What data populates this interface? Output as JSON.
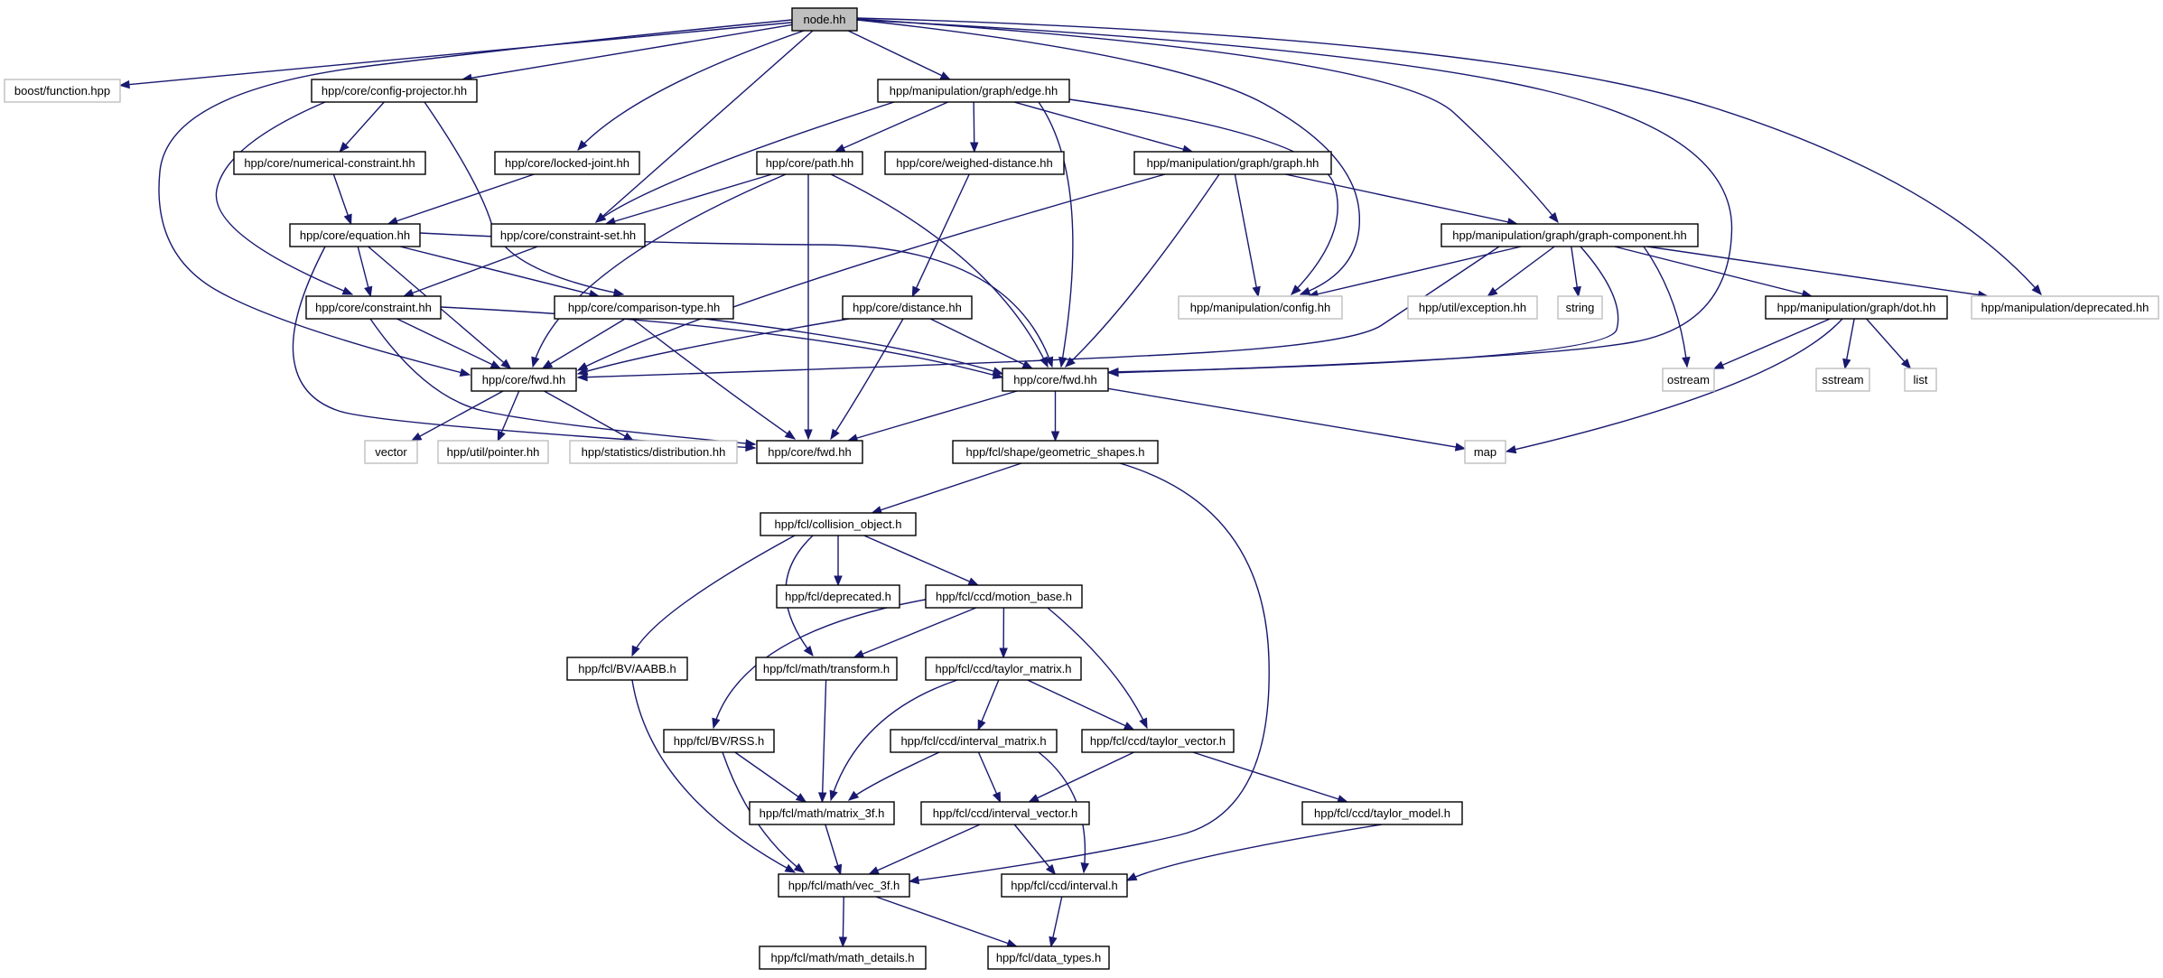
{
  "graph": {
    "title": "",
    "edge_color": "#191970",
    "root_fill": "#bfbfbf",
    "external_border": "#bfbfbf",
    "nodes": [
      {
        "id": "node",
        "label": "node.hh",
        "kind": "root"
      },
      {
        "id": "boost_function",
        "label": "boost/function.hpp",
        "kind": "external"
      },
      {
        "id": "config_projector",
        "label": "hpp/core/config-projector.hh",
        "kind": "internal"
      },
      {
        "id": "edge",
        "label": "hpp/manipulation/graph/edge.hh",
        "kind": "internal"
      },
      {
        "id": "numerical_constraint",
        "label": "hpp/core/numerical-constraint.hh",
        "kind": "internal"
      },
      {
        "id": "locked_joint",
        "label": "hpp/core/locked-joint.hh",
        "kind": "internal"
      },
      {
        "id": "core_path",
        "label": "hpp/core/path.hh",
        "kind": "internal"
      },
      {
        "id": "weighed_distance",
        "label": "hpp/core/weighed-distance.hh",
        "kind": "internal"
      },
      {
        "id": "graph_hh",
        "label": "hpp/manipulation/graph/graph.hh",
        "kind": "internal"
      },
      {
        "id": "equation",
        "label": "hpp/core/equation.hh",
        "kind": "internal"
      },
      {
        "id": "constraint_set",
        "label": "hpp/core/constraint-set.hh",
        "kind": "internal"
      },
      {
        "id": "graph_component",
        "label": "hpp/manipulation/graph/graph-component.hh",
        "kind": "internal"
      },
      {
        "id": "constraint",
        "label": "hpp/core/constraint.hh",
        "kind": "internal"
      },
      {
        "id": "comparison_type",
        "label": "hpp/core/comparison-type.hh",
        "kind": "internal"
      },
      {
        "id": "core_distance",
        "label": "hpp/core/distance.hh",
        "kind": "internal"
      },
      {
        "id": "manip_config",
        "label": "hpp/manipulation/config.hh",
        "kind": "external"
      },
      {
        "id": "util_exception",
        "label": "hpp/util/exception.hh",
        "kind": "external"
      },
      {
        "id": "string",
        "label": "string",
        "kind": "external"
      },
      {
        "id": "graph_dot",
        "label": "hpp/manipulation/graph/dot.hh",
        "kind": "internal"
      },
      {
        "id": "manip_deprecated",
        "label": "hpp/manipulation/deprecated.hh",
        "kind": "external"
      },
      {
        "id": "core_fwd_a",
        "label": "hpp/core/fwd.hh",
        "kind": "internal"
      },
      {
        "id": "core_fwd_b",
        "label": "hpp/core/fwd.hh",
        "kind": "internal"
      },
      {
        "id": "ostream",
        "label": "ostream",
        "kind": "external"
      },
      {
        "id": "sstream",
        "label": "sstream",
        "kind": "external"
      },
      {
        "id": "list",
        "label": "list",
        "kind": "external"
      },
      {
        "id": "vector",
        "label": "vector",
        "kind": "external"
      },
      {
        "id": "util_pointer",
        "label": "hpp/util/pointer.hh",
        "kind": "external"
      },
      {
        "id": "stat_distribution",
        "label": "hpp/statistics/distribution.hh",
        "kind": "external"
      },
      {
        "id": "core_fwd_c",
        "label": "hpp/core/fwd.hh",
        "kind": "internal"
      },
      {
        "id": "geometric_shapes",
        "label": "hpp/fcl/shape/geometric_shapes.h",
        "kind": "internal"
      },
      {
        "id": "map",
        "label": "map",
        "kind": "external"
      },
      {
        "id": "collision_object",
        "label": "hpp/fcl/collision_object.h",
        "kind": "internal"
      },
      {
        "id": "fcl_deprecated",
        "label": "hpp/fcl/deprecated.h",
        "kind": "internal"
      },
      {
        "id": "motion_base",
        "label": "hpp/fcl/ccd/motion_base.h",
        "kind": "internal"
      },
      {
        "id": "aabb",
        "label": "hpp/fcl/BV/AABB.h",
        "kind": "internal"
      },
      {
        "id": "math_transform",
        "label": "hpp/fcl/math/transform.h",
        "kind": "internal"
      },
      {
        "id": "taylor_matrix",
        "label": "hpp/fcl/ccd/taylor_matrix.h",
        "kind": "internal"
      },
      {
        "id": "rss",
        "label": "hpp/fcl/BV/RSS.h",
        "kind": "internal"
      },
      {
        "id": "interval_matrix",
        "label": "hpp/fcl/ccd/interval_matrix.h",
        "kind": "internal"
      },
      {
        "id": "taylor_vector",
        "label": "hpp/fcl/ccd/taylor_vector.h",
        "kind": "internal"
      },
      {
        "id": "matrix_3f",
        "label": "hpp/fcl/math/matrix_3f.h",
        "kind": "internal"
      },
      {
        "id": "interval_vector",
        "label": "hpp/fcl/ccd/interval_vector.h",
        "kind": "internal"
      },
      {
        "id": "taylor_model",
        "label": "hpp/fcl/ccd/taylor_model.h",
        "kind": "internal"
      },
      {
        "id": "vec_3f",
        "label": "hpp/fcl/math/vec_3f.h",
        "kind": "internal"
      },
      {
        "id": "ccd_interval",
        "label": "hpp/fcl/ccd/interval.h",
        "kind": "internal"
      },
      {
        "id": "math_details",
        "label": "hpp/fcl/math/math_details.h",
        "kind": "internal"
      },
      {
        "id": "data_types",
        "label": "hpp/fcl/data_types.h",
        "kind": "internal"
      }
    ],
    "edges": [
      [
        "node",
        "boost_function"
      ],
      [
        "node",
        "config_projector"
      ],
      [
        "node",
        "edge"
      ],
      [
        "node",
        "locked_joint"
      ],
      [
        "node",
        "constraint_set"
      ],
      [
        "node",
        "graph_component"
      ],
      [
        "node",
        "manip_config"
      ],
      [
        "node",
        "manip_deprecated"
      ],
      [
        "node",
        "core_fwd_a"
      ],
      [
        "node",
        "core_fwd_b"
      ],
      [
        "config_projector",
        "numerical_constraint"
      ],
      [
        "config_projector",
        "constraint"
      ],
      [
        "config_projector",
        "comparison_type"
      ],
      [
        "numerical_constraint",
        "equation"
      ],
      [
        "locked_joint",
        "equation"
      ],
      [
        "equation",
        "constraint"
      ],
      [
        "equation",
        "comparison_type"
      ],
      [
        "equation",
        "core_fwd_a"
      ],
      [
        "equation",
        "core_fwd_b"
      ],
      [
        "equation",
        "core_fwd_c"
      ],
      [
        "edge",
        "core_path"
      ],
      [
        "edge",
        "weighed_distance"
      ],
      [
        "edge",
        "graph_hh"
      ],
      [
        "edge",
        "constraint_set"
      ],
      [
        "edge",
        "manip_config"
      ],
      [
        "edge",
        "core_fwd_b"
      ],
      [
        "core_path",
        "constraint_set"
      ],
      [
        "core_path",
        "core_fwd_a"
      ],
      [
        "core_path",
        "core_fwd_b"
      ],
      [
        "core_path",
        "core_fwd_c"
      ],
      [
        "weighed_distance",
        "core_distance"
      ],
      [
        "graph_hh",
        "graph_component"
      ],
      [
        "graph_hh",
        "manip_config"
      ],
      [
        "graph_hh",
        "core_fwd_a"
      ],
      [
        "graph_hh",
        "core_fwd_b"
      ],
      [
        "constraint_set",
        "constraint"
      ],
      [
        "graph_component",
        "manip_config"
      ],
      [
        "graph_component",
        "util_exception"
      ],
      [
        "graph_component",
        "string"
      ],
      [
        "graph_component",
        "graph_dot"
      ],
      [
        "graph_component",
        "manip_deprecated"
      ],
      [
        "graph_component",
        "ostream"
      ],
      [
        "graph_component",
        "core_fwd_a"
      ],
      [
        "graph_component",
        "core_fwd_b"
      ],
      [
        "constraint",
        "core_fwd_a"
      ],
      [
        "constraint",
        "core_fwd_b"
      ],
      [
        "constraint",
        "core_fwd_c"
      ],
      [
        "comparison_type",
        "core_fwd_a"
      ],
      [
        "comparison_type",
        "core_fwd_b"
      ],
      [
        "comparison_type",
        "core_fwd_c"
      ],
      [
        "core_distance",
        "core_fwd_a"
      ],
      [
        "core_distance",
        "core_fwd_b"
      ],
      [
        "core_distance",
        "core_fwd_c"
      ],
      [
        "graph_dot",
        "ostream"
      ],
      [
        "graph_dot",
        "sstream"
      ],
      [
        "graph_dot",
        "list"
      ],
      [
        "graph_dot",
        "map"
      ],
      [
        "core_fwd_a",
        "vector"
      ],
      [
        "core_fwd_a",
        "util_pointer"
      ],
      [
        "core_fwd_a",
        "stat_distribution"
      ],
      [
        "core_fwd_b",
        "core_fwd_c"
      ],
      [
        "core_fwd_b",
        "geometric_shapes"
      ],
      [
        "core_fwd_b",
        "map"
      ],
      [
        "geometric_shapes",
        "collision_object"
      ],
      [
        "geometric_shapes",
        "vec_3f"
      ],
      [
        "collision_object",
        "fcl_deprecated"
      ],
      [
        "collision_object",
        "motion_base"
      ],
      [
        "collision_object",
        "aabb"
      ],
      [
        "collision_object",
        "math_transform"
      ],
      [
        "motion_base",
        "math_transform"
      ],
      [
        "motion_base",
        "taylor_matrix"
      ],
      [
        "motion_base",
        "taylor_vector"
      ],
      [
        "motion_base",
        "rss"
      ],
      [
        "aabb",
        "vec_3f"
      ],
      [
        "math_transform",
        "matrix_3f"
      ],
      [
        "taylor_matrix",
        "interval_matrix"
      ],
      [
        "taylor_matrix",
        "taylor_vector"
      ],
      [
        "taylor_matrix",
        "matrix_3f"
      ],
      [
        "rss",
        "matrix_3f"
      ],
      [
        "rss",
        "vec_3f"
      ],
      [
        "interval_matrix",
        "matrix_3f"
      ],
      [
        "interval_matrix",
        "interval_vector"
      ],
      [
        "interval_matrix",
        "ccd_interval"
      ],
      [
        "taylor_vector",
        "interval_vector"
      ],
      [
        "taylor_vector",
        "taylor_model"
      ],
      [
        "matrix_3f",
        "vec_3f"
      ],
      [
        "interval_vector",
        "vec_3f"
      ],
      [
        "interval_vector",
        "ccd_interval"
      ],
      [
        "taylor_model",
        "ccd_interval"
      ],
      [
        "vec_3f",
        "math_details"
      ],
      [
        "vec_3f",
        "data_types"
      ],
      [
        "ccd_interval",
        "data_types"
      ]
    ]
  }
}
